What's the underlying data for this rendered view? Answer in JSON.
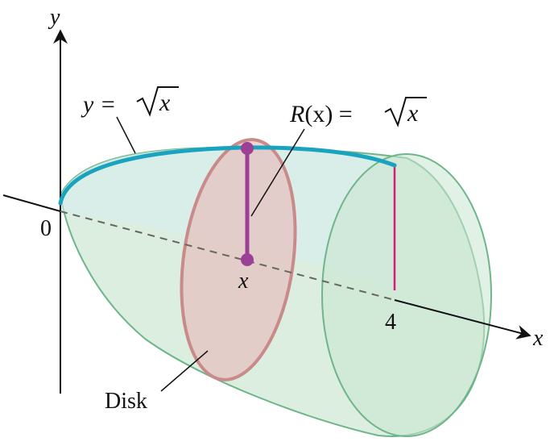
{
  "labels": {
    "y_axis": "y",
    "x_axis": "x",
    "curve_lhs": "y = ",
    "curve_rad": "x",
    "radius_lhs_R": "R",
    "radius_lhs_arg": "(x) = ",
    "radius_rad": "x",
    "origin": "0",
    "x_end": "4",
    "point_x": "x",
    "disk": "Disk"
  },
  "colors": {
    "solid_fill": "#cfe8d6",
    "solid_edge": "#6fb58a",
    "curve": "#1aa3bf",
    "radius": "#9b3f97",
    "disk_fill": "#e7b8b8",
    "disk_edge": "#c98a8a",
    "end_line": "#d81b7a"
  }
}
